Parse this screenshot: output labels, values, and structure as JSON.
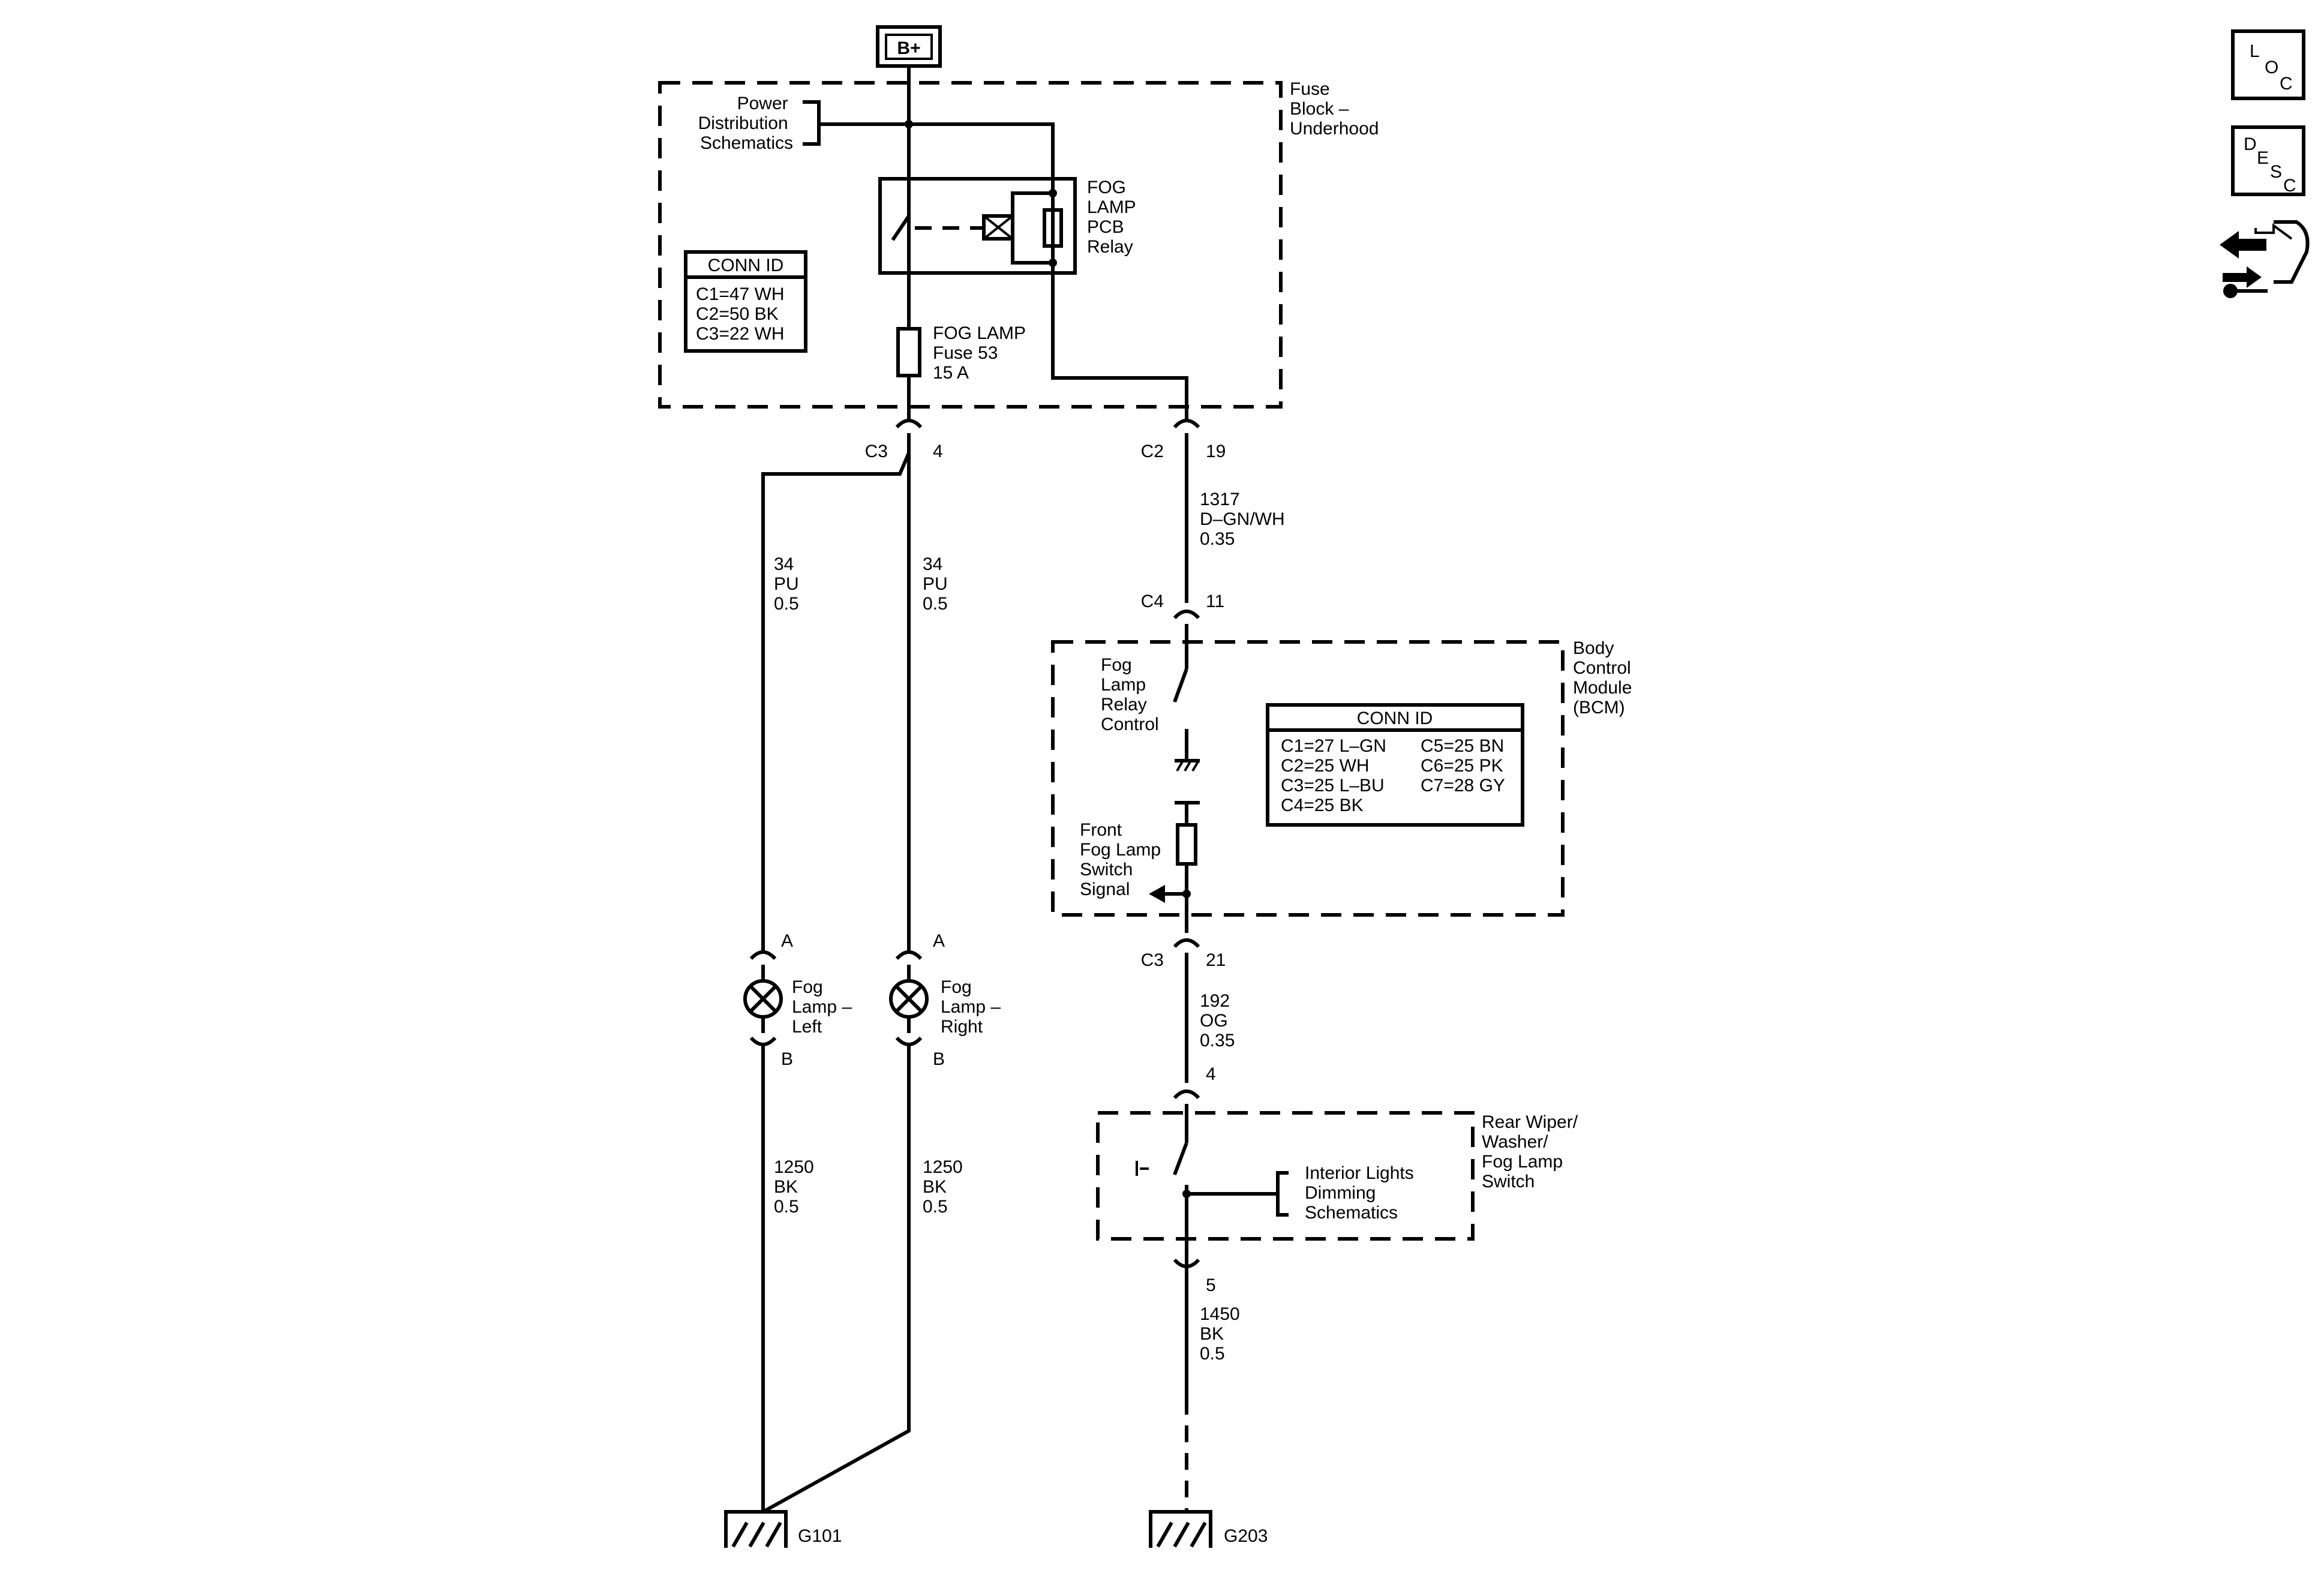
{
  "power": {
    "label": "B+"
  },
  "fuse_block": {
    "name": [
      "Fuse",
      "Block –",
      "Underhood"
    ],
    "power_ref": [
      "Power",
      "Distribution",
      "Schematics"
    ],
    "relay": [
      "FOG",
      "LAMP",
      "PCB",
      "Relay"
    ],
    "fuse": [
      "FOG LAMP",
      "Fuse 53",
      "15 A"
    ],
    "conn_id": {
      "title": "CONN ID",
      "rows": [
        "C1=47 WH",
        "C2=50 BK",
        "C3=22 WH"
      ]
    }
  },
  "connectors": {
    "c3_fuse": {
      "name": "C3",
      "pin": "4"
    },
    "c2_fuse": {
      "name": "C2",
      "pin": "19"
    },
    "c4_bcm": {
      "name": "C4",
      "pin": "11"
    },
    "c3_bcm": {
      "name": "C3",
      "pin": "21"
    },
    "sw_in_pin": "4",
    "sw_out_pin": "5"
  },
  "wires": {
    "pu_left": [
      "34",
      "PU",
      "0.5"
    ],
    "pu_right": [
      "34",
      "PU",
      "0.5"
    ],
    "relay_ctrl": [
      "1317",
      "D–GN/WH",
      "0.35"
    ],
    "bk_left": [
      "1250",
      "BK",
      "0.5"
    ],
    "bk_right": [
      "1250",
      "BK",
      "0.5"
    ],
    "switch_signal": [
      "192",
      "OG",
      "0.35"
    ],
    "switch_ground": [
      "1450",
      "BK",
      "0.5"
    ]
  },
  "bcm": {
    "name": [
      "Body",
      "Control",
      "Module",
      "(BCM)"
    ],
    "relay_control": [
      "Fog",
      "Lamp",
      "Relay",
      "Control"
    ],
    "switch_signal": [
      "Front",
      "Fog Lamp",
      "Switch",
      "Signal"
    ],
    "conn_id": {
      "title": "CONN ID",
      "col1": [
        "C1=27 L–GN",
        "C2=25 WH",
        "C3=25 L–BU",
        "C4=25 BK"
      ],
      "col2": [
        "C5=25 BN",
        "C6=25 PK",
        "C7=28 GY"
      ]
    }
  },
  "lamps": {
    "left": {
      "name": [
        "Fog",
        "Lamp –",
        "Left"
      ],
      "pin_a": "A",
      "pin_b": "B"
    },
    "right": {
      "name": [
        "Fog",
        "Lamp –",
        "Right"
      ],
      "pin_a": "A",
      "pin_b": "B"
    }
  },
  "rear_switch": {
    "name": [
      "Rear Wiper/",
      "Washer/",
      "Fog Lamp",
      "Switch"
    ],
    "dimming_ref": [
      "Interior Lights",
      "Dimming",
      "Schematics"
    ]
  },
  "grounds": {
    "g101": "G101",
    "g203": "G203"
  },
  "icons": {
    "loc": [
      "L",
      "O",
      "C"
    ],
    "desc": [
      "D",
      "E",
      "S",
      "C"
    ],
    "nav": "connector-navigation-icon"
  }
}
